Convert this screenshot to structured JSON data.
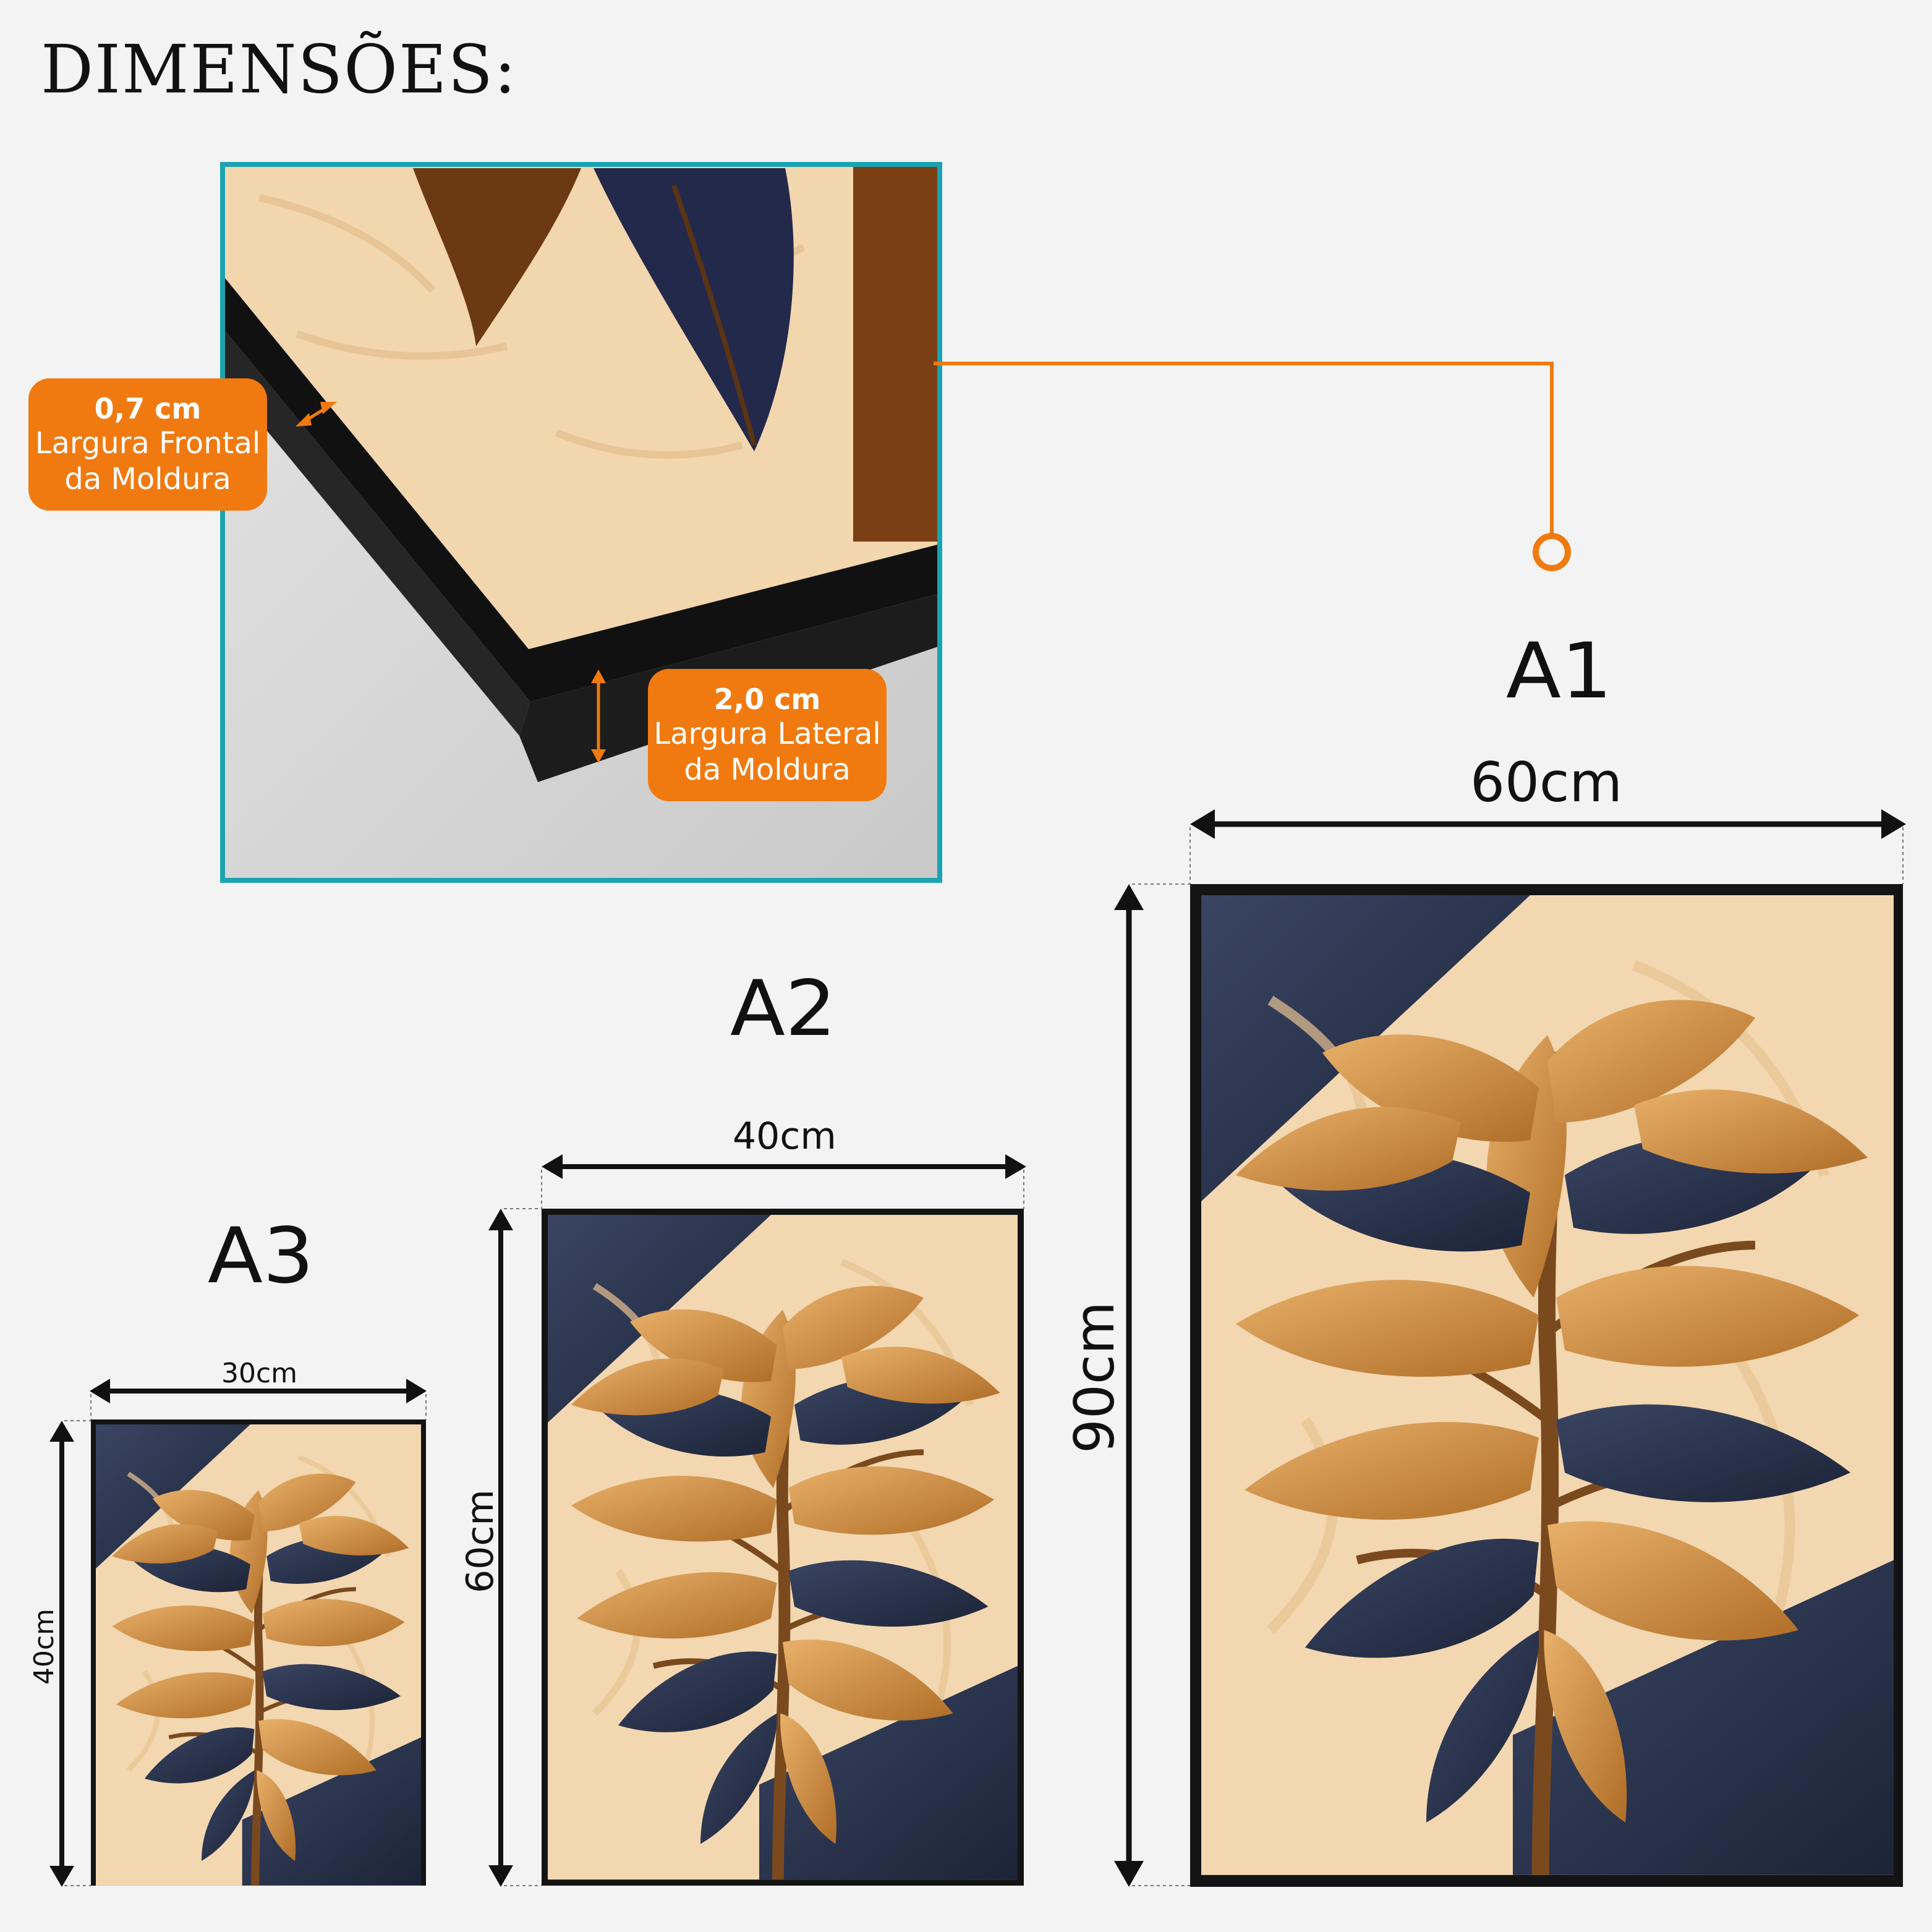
{
  "page": {
    "title": "DIMENSÕES:"
  },
  "detail": {
    "frame_front": {
      "value": "0,7 cm",
      "line1": "Largura Frontal",
      "line2": "da Moldura"
    },
    "frame_side": {
      "value": "2,0 cm",
      "line1": "Largura Lateral",
      "line2": "da Moldura"
    }
  },
  "sizes": [
    {
      "name": "A3",
      "width": "30cm",
      "height": "40cm"
    },
    {
      "name": "A2",
      "width": "40cm",
      "height": "60cm"
    },
    {
      "name": "A1",
      "width": "60cm",
      "height": "90cm"
    }
  ],
  "colors": {
    "accent_orange": "#f07a10",
    "detail_border": "#1aa3b0",
    "background": "#f3f3f3",
    "frame": "#1a1a1a",
    "navy": "#2b3550",
    "cream": "#f3dcb8",
    "gold_leaf": "#cc8a3c"
  }
}
